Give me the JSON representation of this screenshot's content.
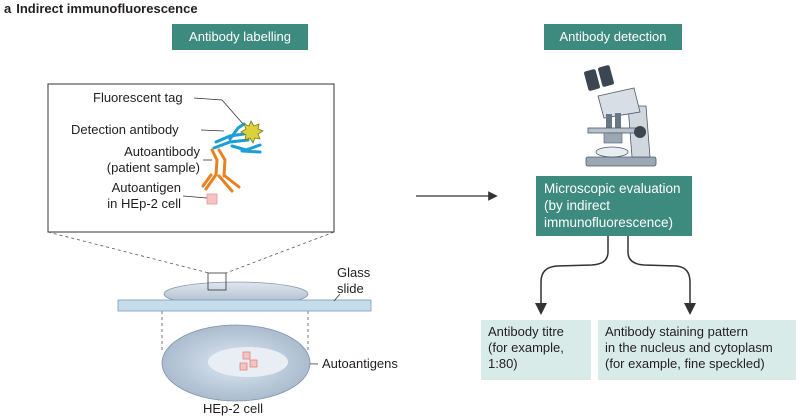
{
  "figure": {
    "panel_letter": "a",
    "title": "Indirect immunofluorescence"
  },
  "left": {
    "header": "Antibody labelling",
    "labels": {
      "fluorescent_tag": "Fluorescent tag",
      "detection_antibody": "Detection antibody",
      "autoantibody_line1": "Autoantibody",
      "autoantibody_line2": "(patient sample)",
      "autoantigen_line1": "Autoantigen",
      "autoantigen_line2": "in HEp-2 cell",
      "glass_slide_line1": "Glass",
      "glass_slide_line2": "slide",
      "autoantigens": "Autoantigens",
      "hep2_cell": "HEp-2 cell"
    },
    "colors": {
      "detection_antibody": "#1a9fd6",
      "autoantibody": "#e8821e",
      "fluorescent_tag": "#d9d23a",
      "autoantigen": "#f6c3c3"
    }
  },
  "right": {
    "header": "Antibody detection",
    "evaluation_box": {
      "line1": "Microscopic evaluation",
      "line2": "(by indirect",
      "line3": "immunofluorescence)"
    },
    "results": [
      {
        "line1": "Antibody titre",
        "line2": "(for example,",
        "line3": "1:80)"
      },
      {
        "line1": "Antibody staining pattern",
        "line2": "in the nucleus and cytoplasm",
        "line3": "(for example, fine speckled)"
      }
    ],
    "colors": {
      "header": "#3d8a7f",
      "result_fill": "#d8ebe8"
    }
  }
}
